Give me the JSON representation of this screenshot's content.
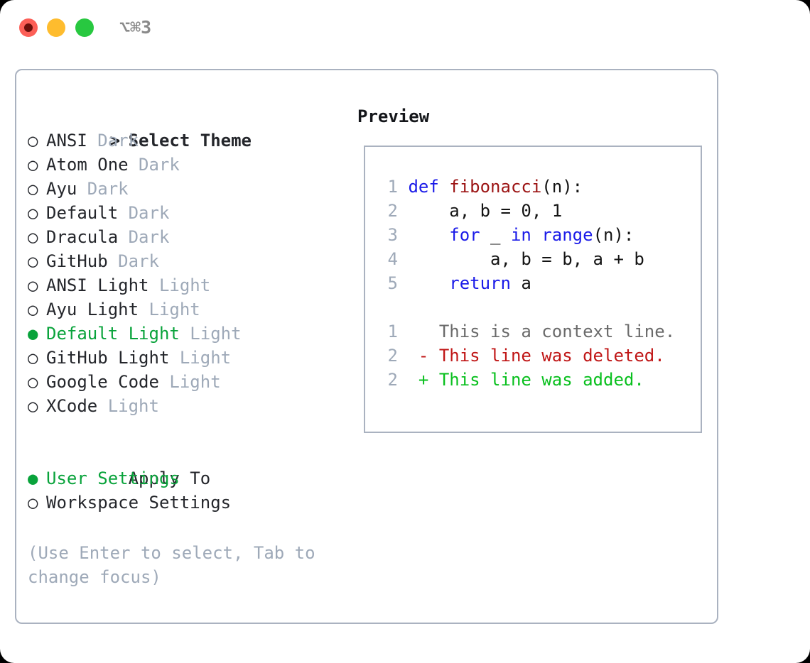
{
  "titlebar": {
    "shortcut": "⌥⌘3",
    "buttons": [
      {
        "name": "close",
        "color": "#fc5f57"
      },
      {
        "name": "minimize",
        "color": "#febc2e"
      },
      {
        "name": "maximize",
        "color": "#28c840"
      }
    ]
  },
  "colors": {
    "selected_green": "#09a33b",
    "muted_gray": "#9ea9b8",
    "border": "#aab2c0",
    "keyword_blue": "#1a1ae8",
    "function_red": "#9c1414",
    "diff_delete": "#c01616",
    "diff_add": "#09c01e"
  },
  "theme_picker": {
    "header_marker": ">",
    "header_label": "Select Theme",
    "items": [
      {
        "marker": "○",
        "label": "ANSI",
        "suffix": "Dark",
        "selected": false
      },
      {
        "marker": "○",
        "label": "Atom One",
        "suffix": "Dark",
        "selected": false
      },
      {
        "marker": "○",
        "label": "Ayu",
        "suffix": "Dark",
        "selected": false
      },
      {
        "marker": "○",
        "label": "Default",
        "suffix": "Dark",
        "selected": false
      },
      {
        "marker": "○",
        "label": "Dracula",
        "suffix": "Dark",
        "selected": false
      },
      {
        "marker": "○",
        "label": "GitHub",
        "suffix": "Dark",
        "selected": false
      },
      {
        "marker": "○",
        "label": "ANSI Light",
        "suffix": "Light",
        "selected": false
      },
      {
        "marker": "○",
        "label": "Ayu Light",
        "suffix": "Light",
        "selected": false
      },
      {
        "marker": "●",
        "label": "Default Light",
        "suffix": "Light",
        "selected": true
      },
      {
        "marker": "○",
        "label": "GitHub Light",
        "suffix": "Light",
        "selected": false
      },
      {
        "marker": "○",
        "label": "Google Code",
        "suffix": "Light",
        "selected": false
      },
      {
        "marker": "○",
        "label": "XCode",
        "suffix": "Light",
        "selected": false
      }
    ]
  },
  "apply_to": {
    "header_marker": " ",
    "header_label": "Apply To",
    "items": [
      {
        "marker": "●",
        "label": "User Settings",
        "selected": true
      },
      {
        "marker": "○",
        "label": "Workspace Settings",
        "selected": false
      }
    ]
  },
  "hint": "(Use Enter to select, Tab to change focus)",
  "preview": {
    "title": "Preview",
    "code_lines": [
      {
        "no": "1",
        "tokens": [
          {
            "t": "def ",
            "c": "kw"
          },
          {
            "t": "fibonacci",
            "c": "fn"
          },
          {
            "t": "(n):",
            "c": "plain"
          }
        ]
      },
      {
        "no": "2",
        "tokens": [
          {
            "t": "    a, b = 0, 1",
            "c": "plain"
          }
        ]
      },
      {
        "no": "3",
        "tokens": [
          {
            "t": "    ",
            "c": "plain"
          },
          {
            "t": "for",
            "c": "kw"
          },
          {
            "t": " _ ",
            "c": "plain"
          },
          {
            "t": "in ",
            "c": "kw"
          },
          {
            "t": "range",
            "c": "kw"
          },
          {
            "t": "(n):",
            "c": "plain"
          }
        ]
      },
      {
        "no": "4",
        "tokens": [
          {
            "t": "        a, b = b, a + b",
            "c": "plain"
          }
        ]
      },
      {
        "no": "5",
        "tokens": [
          {
            "t": "    ",
            "c": "plain"
          },
          {
            "t": "return",
            "c": "kw"
          },
          {
            "t": " a",
            "c": "plain"
          }
        ]
      }
    ],
    "diff_lines": [
      {
        "no": "1",
        "sign": "  ",
        "text": "This is a context line.",
        "kind": "ctx"
      },
      {
        "no": "2",
        "sign": "- ",
        "text": "This line was deleted.",
        "kind": "del"
      },
      {
        "no": "2",
        "sign": "+ ",
        "text": "This line was added.",
        "kind": "add"
      }
    ]
  }
}
